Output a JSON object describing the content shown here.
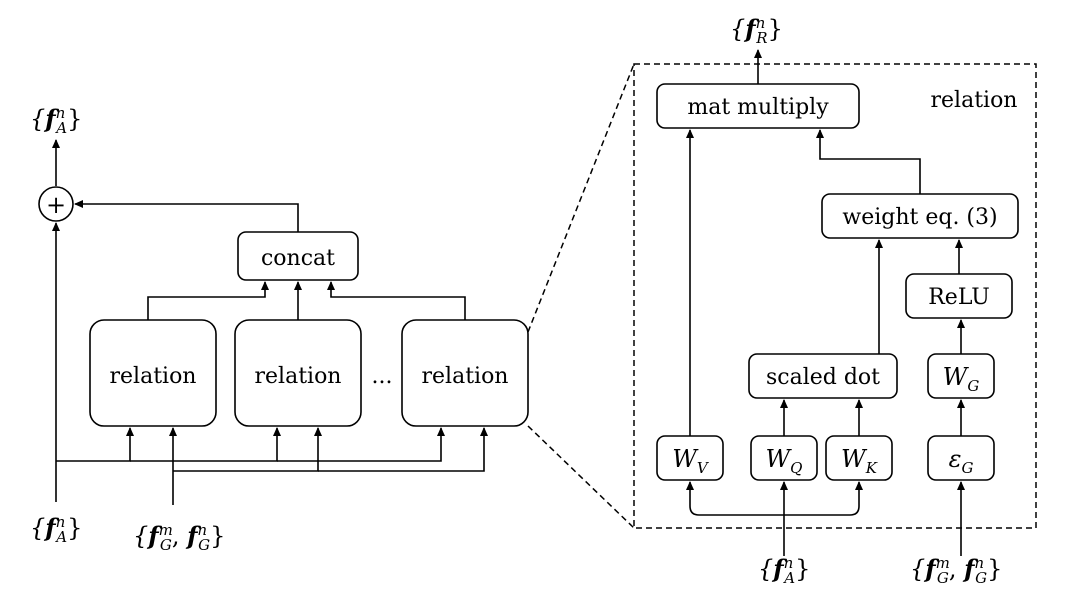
{
  "left": {
    "output_label": {
      "f": "f",
      "sup": "n",
      "sub": "A"
    },
    "plus_symbol": "+",
    "concat_label": "concat",
    "relation_label": "relation",
    "ellipsis": "...",
    "input_a": {
      "f": "f",
      "sup": "n",
      "sub": "A"
    },
    "input_g": {
      "f": "f",
      "sup1": "m",
      "sub1": "G",
      "sup2": "n",
      "sub2": "G"
    }
  },
  "right": {
    "output_label": {
      "f": "f",
      "sup": "n",
      "sub": "R"
    },
    "title": "relation",
    "mat_multiply_label": "mat multiply",
    "weight_label": "weight eq. (3)",
    "relu_label": "ReLU",
    "scaled_dot_label": "scaled dot",
    "wg_label": {
      "w": "W",
      "sub": "G"
    },
    "wv_label": {
      "w": "W",
      "sub": "V"
    },
    "wq_label": {
      "w": "W",
      "sub": "Q"
    },
    "wk_label": {
      "w": "W",
      "sub": "K"
    },
    "eg_label": {
      "e": "ε",
      "sub": "G"
    },
    "input_a": {
      "f": "f",
      "sup": "n",
      "sub": "A"
    },
    "input_g": {
      "f": "f",
      "sup1": "m",
      "sub1": "G",
      "sup2": "n",
      "sub2": "G"
    }
  }
}
